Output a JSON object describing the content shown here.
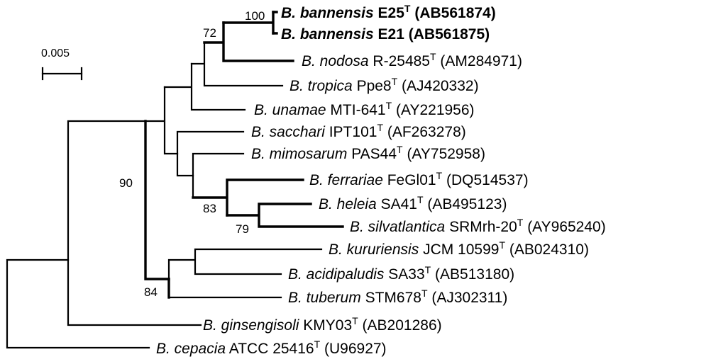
{
  "scale": {
    "label": "0.005"
  },
  "bootstrap": {
    "b100": "100",
    "b72": "72",
    "b90": "90",
    "b83": "83",
    "b79": "79",
    "b84": "84"
  },
  "taxa": [
    {
      "genus": "B. bannensis",
      "strain": "E25",
      "type_strain": true,
      "accession": "(AB561874)",
      "bold": true
    },
    {
      "genus": "B. bannensis",
      "strain": "E21",
      "type_strain": false,
      "accession": "(AB561875)",
      "bold": true
    },
    {
      "genus": "B. nodosa",
      "strain": "R-25485",
      "type_strain": true,
      "accession": "(AM284971)",
      "bold": false
    },
    {
      "genus": "B. tropica",
      "strain": "Ppe8",
      "type_strain": true,
      "accession": "(AJ420332)",
      "bold": false
    },
    {
      "genus": "B. unamae",
      "strain": "MTI-641",
      "type_strain": true,
      "accession": "(AY221956)",
      "bold": false
    },
    {
      "genus": "B. sacchari",
      "strain": "IPT101",
      "type_strain": true,
      "accession": "(AF263278)",
      "bold": false
    },
    {
      "genus": "B. mimosarum",
      "strain": "PAS44",
      "type_strain": true,
      "accession": "(AY752958)",
      "bold": false
    },
    {
      "genus": "B. ferrariae",
      "strain": "FeGl01",
      "type_strain": true,
      "accession": "(DQ514537)",
      "bold": false
    },
    {
      "genus": "B. heleia",
      "strain": "SA41",
      "type_strain": true,
      "accession": "(AB495123)",
      "bold": false
    },
    {
      "genus": "B. silvatlantica",
      "strain": "SRMrh-20",
      "type_strain": true,
      "accession": "(AY965240)",
      "bold": false
    },
    {
      "genus": "B. kururiensis",
      "strain": "JCM 10599",
      "type_strain": true,
      "accession": "(AB024310)",
      "bold": false
    },
    {
      "genus": "B. acidipaludis",
      "strain": "SA33",
      "type_strain": true,
      "accession": "(AB513180)",
      "bold": false
    },
    {
      "genus": "B. tuberum",
      "strain": "STM678",
      "type_strain": true,
      "accession": "(AJ302311)",
      "bold": false
    },
    {
      "genus": "B. ginsengisoli",
      "strain": "KMY03",
      "type_strain": true,
      "accession": "(AB201286)",
      "bold": false
    },
    {
      "genus": "B. cepacia",
      "strain": "ATCC 25416",
      "type_strain": true,
      "accession": "(U96927)",
      "bold": false
    }
  ],
  "type_marker": "T"
}
